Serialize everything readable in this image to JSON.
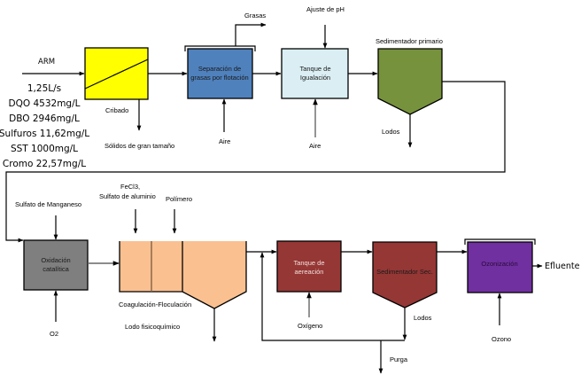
{
  "diagram": {
    "title": "Tratamiento de agua residual",
    "influent": {
      "label": "ARM",
      "params": [
        "1,25L/s",
        "DQO 4532mg/L",
        "DBO 2946mg/L",
        "Sulfuros 11,62mg/L",
        "SST 1000mg/L",
        "Cromo 22,57mg/L"
      ]
    },
    "units": {
      "cribado": {
        "label": "Cribado",
        "output": "Sólidos de gran tamaño",
        "color": "#FFFF00"
      },
      "flotacion": {
        "label_lines": [
          "Separación de",
          "grasas por flotación"
        ],
        "top_output": "Grasas",
        "bottom_input": "Aire",
        "color": "#4F81BD"
      },
      "igualacion": {
        "label_lines": [
          "Tanque de",
          "Igualación"
        ],
        "top_input": "Ajuste de pH",
        "bottom_input": "Aire",
        "color": "#DAEEF3"
      },
      "sed_primario": {
        "label": "Sedimentador primario",
        "output": "Lodos",
        "color": "#76923C"
      },
      "oxidacion": {
        "label_lines": [
          "Oxidación",
          "catalítica"
        ],
        "top_input": "Sulfato de Manganeso",
        "bottom_input": "O2",
        "color": "#7F7F7F"
      },
      "coagulacion": {
        "label": "Coagulación-Floculación",
        "input1_lines": [
          "FeCl3,",
          "Sulfato de aluminio"
        ],
        "input2": "Polímero",
        "output": "Lodo fisicoquímico",
        "color": "#FAC090"
      },
      "aeracion": {
        "label_lines": [
          "Tanque de",
          "aereación"
        ],
        "bottom_input": "Oxígeno",
        "color": "#953735"
      },
      "sed_secundario": {
        "label": "Sedimentador Sec.",
        "output": "Lodos",
        "purge": "Purga",
        "color": "#953735"
      },
      "ozonizacion": {
        "label": "Ozonización",
        "bottom_input": "Ozono",
        "output": "Efluente",
        "color": "#7030A0"
      }
    }
  }
}
